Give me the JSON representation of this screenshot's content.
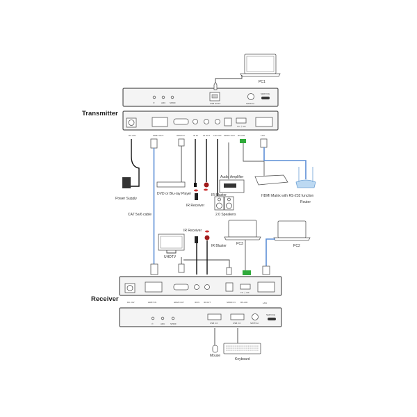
{
  "transmitter": {
    "title": "Transmitter",
    "front_labels": {
      "power": "⏻",
      "arc": "ARC",
      "spdif": "SPDIF",
      "usb_host": "USB HOST",
      "switch": "SWITCH",
      "service": "SERVICE"
    },
    "rear_labels": {
      "dc": "DC 24V",
      "hdbt_out": "HDBT OUT",
      "hdmi_in": "HDMI IN",
      "ir_in": "IR IN",
      "ir_out": "IR OUT",
      "lr_out": "L/R OUT",
      "spdif_out": "SPDIF OUT",
      "rs232": "RS-232",
      "rs232_pins": "TX ⏚ RX",
      "lan": "LAN"
    }
  },
  "receiver": {
    "title": "Receiver",
    "rear_labels": {
      "dc": "DC 24V",
      "hdbt_in": "HDBT IN",
      "hdmi_out": "HDMI OUT",
      "ir_in": "IR IN",
      "ir_out": "IR OUT",
      "spdif_in": "SPDIF IN",
      "rs232": "RS-232",
      "rs232_pins": "TX ⏚ RX",
      "lan": "LAN"
    },
    "front_labels": {
      "power": "⏻",
      "arc": "ARC",
      "spdif": "SPDIF",
      "usb1": "USB 2.0",
      "usb2": "USB 2.0",
      "switch": "SWITCH",
      "service": "SERVICE"
    }
  },
  "devices": {
    "pc1": "PC1",
    "pc2": "PC2",
    "pc3": "PC3",
    "power_supply": "Power Supply",
    "dvd": "DVD or Blu-ray Player",
    "ir_receiver_tx": "IR Receiver",
    "ir_blaster_tx": "IR Blaster",
    "audio_amplifier": "Audio Amplifier",
    "speakers": "2.0 Speakers",
    "hdmi_matrix": "HDMI Matrix with RS-232 function",
    "router": "Router",
    "cat_cable": "CAT 5e/6 cable",
    "uhdtv": "UHDTV",
    "ir_receiver_rx": "IR Receiver",
    "ir_blaster_rx": "IR Blaster",
    "mouse": "Mouse",
    "keyboard": "Keyboard"
  },
  "colors": {
    "hdbt_cable": "#5b8ed6",
    "rs232_connector": "#2faa3a",
    "ir_blaster": "#a01a1a",
    "router": "#bcd9f2"
  }
}
